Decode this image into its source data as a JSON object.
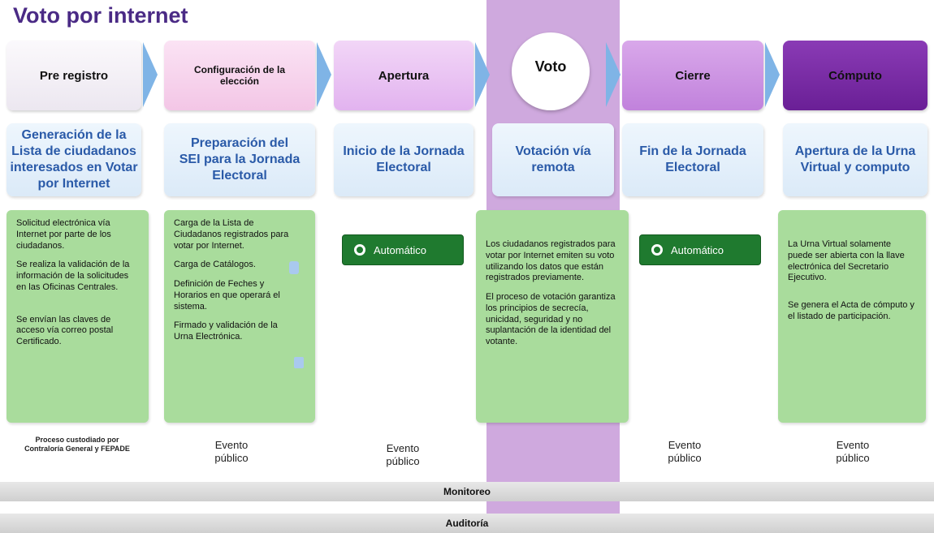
{
  "title": "Voto por internet",
  "phases": [
    {
      "label": "Pre registro"
    },
    {
      "label": "Configuración de la elección"
    },
    {
      "label": "Apertura"
    },
    {
      "label": "Voto"
    },
    {
      "label": "Cierre"
    },
    {
      "label": "Cómputo"
    }
  ],
  "descriptions": [
    "Generación de la Lista de ciudadanos interesados en Votar por Internet",
    "Preparación del SEI para la Jornada Electoral",
    "Inicio de la Jornada Electoral",
    "Votación vía remota",
    "Fin de la Jornada Electoral",
    "Apertura de la Urna Virtual y computo"
  ],
  "cards": {
    "pre_registro": [
      "Solicitud electrónica vía Internet por parte de los ciudadanos.",
      "Se realiza la validación de la información de la solicitudes en las Oficinas Centrales.",
      "Se envían las claves de acceso vía correo postal Certificado."
    ],
    "configuracion": [
      "Carga de la Lista de Ciudadanos registrados para votar por Internet.",
      "Carga de Catálogos.",
      "Definición de Feches y Horarios en que operará el sistema.",
      "Firmado y validación de la Urna Electrónica."
    ],
    "voto": [
      "Los ciudadanos registrados para votar por Internet emiten su voto utilizando los datos que están registrados previamente.",
      "El proceso de votación garantiza los principios de secrecía, unicidad, seguridad y no suplantación de la identidad del votante."
    ],
    "computo": [
      "La Urna Virtual solamente puede ser abierta con la llave electrónica del Secretario Ejecutivo.",
      "Se genera el Acta de cómputo y el listado de participación."
    ]
  },
  "automatic_label": "Automático",
  "footers": {
    "pre_registro": "Proceso custodiado por Contraloría General y FEPADE",
    "configuracion": "Evento público",
    "apertura": "Evento público",
    "cierre": "Evento público",
    "computo": "Evento público"
  },
  "bars": {
    "monitoreo": "Monitoreo",
    "auditoria": "Auditoría"
  },
  "colors": {
    "title": "#4a2a85",
    "pre_registro": "#f4f0f6",
    "configuracion": "#f6cdea",
    "apertura": "#e7bff0",
    "voto_band": "#cfa9de",
    "cierre": "#c98ee0",
    "computo": "#7a2aa6",
    "desc_text": "#2a5aa8",
    "card": "#a9dc9c",
    "automatic_button": "#1f7a2f",
    "arrow": "#7fb4e6"
  }
}
